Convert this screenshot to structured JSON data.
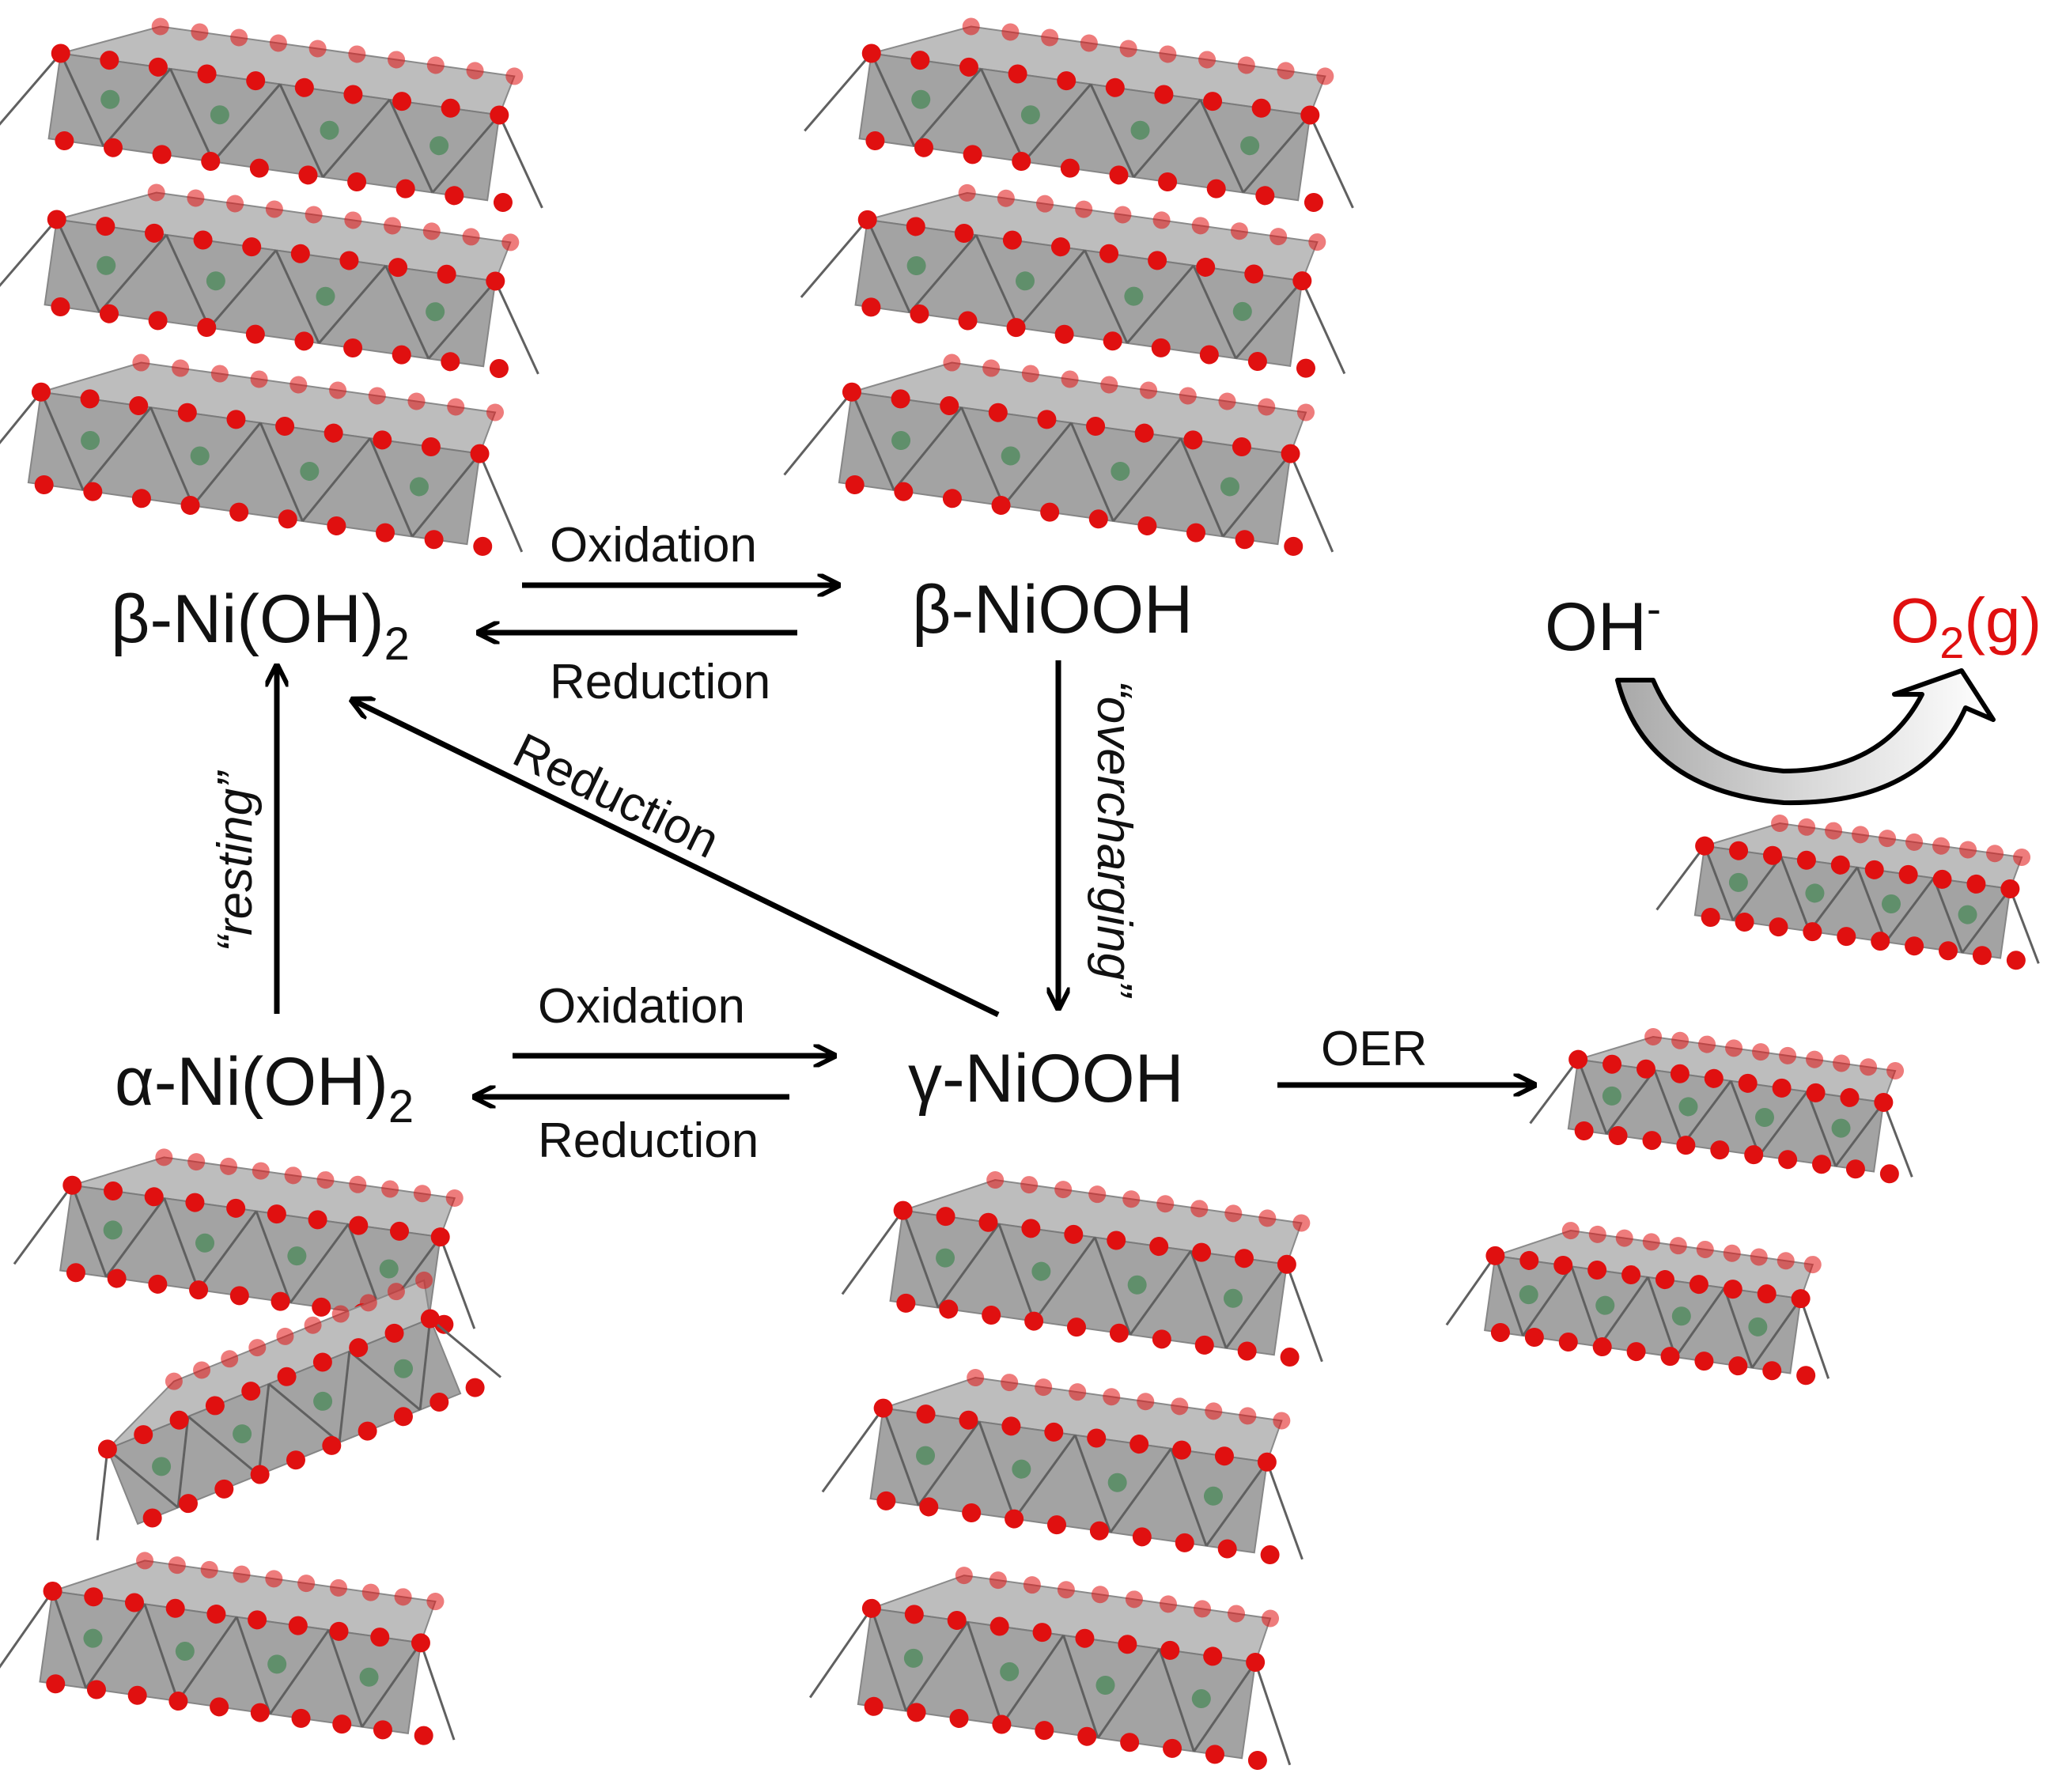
{
  "colors": {
    "oxygen": "#e01010",
    "nickel": "#4f8a5c",
    "octahedron": "#9a9a9a",
    "arrow": "#000000",
    "product": "#e01010"
  },
  "species": {
    "beta_nioh2": {
      "greek": "β",
      "text": "-Ni(OH)",
      "sub": "2"
    },
    "beta_niooh": {
      "greek": "β",
      "text": "-NiOOH"
    },
    "alpha_nioh2": {
      "greek": "α",
      "text": "-Ni(OH)",
      "sub": "2"
    },
    "gamma_niooh": {
      "greek": "γ",
      "text": "-NiOOH"
    }
  },
  "arrow_labels": {
    "top_oxidation": "Oxidation",
    "top_reduction": "Reduction",
    "bottom_oxidation": "Oxidation",
    "bottom_reduction": "Reduction",
    "diagonal_reduction": "Reduction",
    "overcharging": "“overcharging”",
    "resting": "“resting”",
    "oer": "OER"
  },
  "oer_cycle": {
    "reactant": "OH",
    "reactant_charge": "-",
    "product": "O",
    "product_sub": "2",
    "product_phase": "(g)"
  }
}
